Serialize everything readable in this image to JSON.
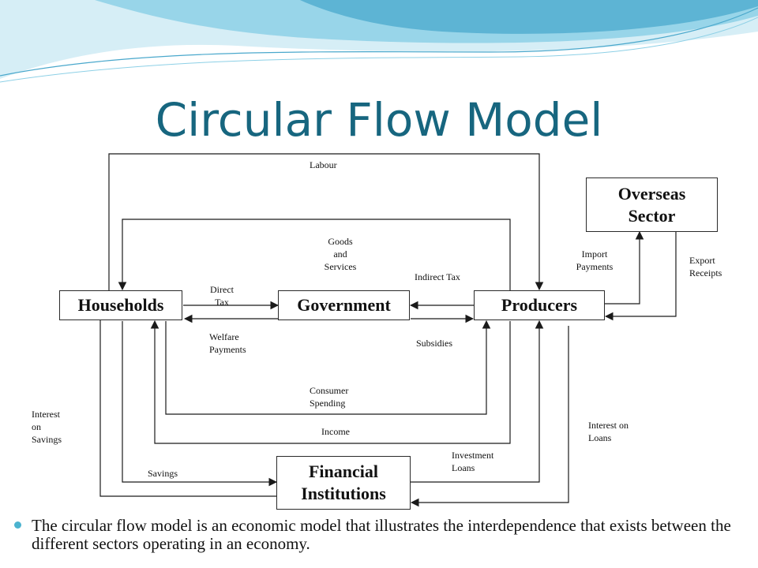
{
  "slide": {
    "title": "Circular Flow Model",
    "bullet": "The circular flow model is an economic model that illustrates the interdependence that exists between the different sectors operating in an economy."
  },
  "colors": {
    "title": "#17667f",
    "bullet": "#4bb3cf",
    "banner_light": "#d6eef6",
    "banner_mid": "#8dd0e6",
    "banner_dark": "#4aa8cc"
  },
  "nodes": {
    "households": "Households",
    "government": "Government",
    "producers": "Producers",
    "overseas_line1": "Overseas",
    "overseas_line2": "Sector",
    "financial_line1": "Financial",
    "financial_line2": "Institutions"
  },
  "flows": {
    "labour": "Labour",
    "goods_line1": "Goods",
    "goods_line2": "and",
    "goods_line3": "Services",
    "direct_tax_line1": "Direct",
    "direct_tax_line2": "Tax",
    "welfare_line1": "Welfare",
    "welfare_line2": "Payments",
    "indirect_tax": "Indirect Tax",
    "subsidies": "Subsidies",
    "import_line1": "Import",
    "import_line2": "Payments",
    "export_line1": "Export",
    "export_line2": "Receipts",
    "consumer_line1": "Consumer",
    "consumer_line2": "Spending",
    "income": "Income",
    "interest_savings_line1": "Interest",
    "interest_savings_line2": "on",
    "interest_savings_line3": "Savings",
    "savings": "Savings",
    "investment_line1": "Investment",
    "investment_line2": "Loans",
    "interest_loans_line1": "Interest on",
    "interest_loans_line2": "Loans"
  }
}
